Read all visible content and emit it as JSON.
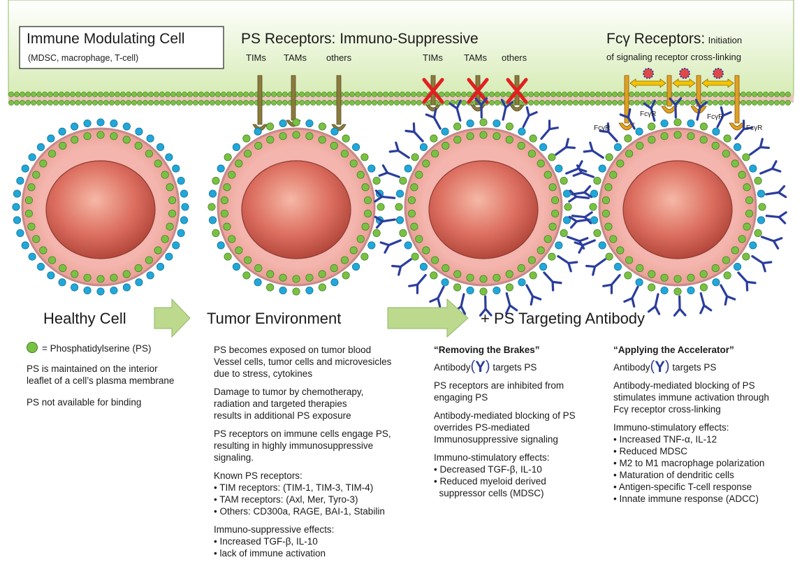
{
  "top_panel": {
    "box_title": "Immune Modulating Cell",
    "box_subtitle": "(MDSC, macrophage, T-cell)",
    "ps_receptors_title": "PS Receptors: Immuno-Suppressive",
    "fc_title_main": "Fcγ Receptors:",
    "fc_title_small": "Initiation",
    "fc_title_line2": "of signaling receptor cross-linking",
    "labels_group1": [
      "TIMs",
      "TAMs",
      "others"
    ],
    "labels_group2": [
      "TIMs",
      "TAMs",
      "others"
    ],
    "fcr_label": "FcγR"
  },
  "stages": {
    "healthy": "Healthy Cell",
    "tumor": "Tumor Environment",
    "antibody": "+ PS Targeting Antibody"
  },
  "col1": {
    "legend": "= Phosphatidylserine (PS)",
    "p1": [
      "PS is maintained on the interior",
      "leaflet of a cell’s plasma membrane"
    ],
    "p2": "PS not available for binding"
  },
  "col2": {
    "p1": [
      "PS becomes exposed on tumor blood",
      "Vessel cells, tumor cells and microvesicles",
      "due to stress, cytokines"
    ],
    "p2": [
      "Damage to tumor by chemotherapy,",
      "radiation and targeted therapies",
      "results in additional PS exposure"
    ],
    "p3": [
      "PS receptors on immune cells engage PS,",
      "resulting in highly immunosuppressive",
      "signaling."
    ],
    "known_title": "Known PS receptors:",
    "known": [
      "• TIM receptors: (TIM-1, TIM-3, TIM-4)",
      "• TAM receptors: (Axl, Mer, Tyro-3)",
      "• Others: CD300a, RAGE, BAI-1, Stabilin"
    ],
    "effects_title": "Immuno-suppressive effects:",
    "effects": [
      "• Increased TGF-β, IL-10",
      "• lack of immune activation"
    ]
  },
  "col3": {
    "heading": "“Removing the Brakes”",
    "antibody_pre": "Antibody",
    "antibody_post": "targets PS",
    "p1": [
      "PS receptors are inhibited from",
      "engaging PS"
    ],
    "p2": [
      "Antibody-mediated blocking of PS",
      "overrides PS-mediated",
      "Immunosuppressive signaling"
    ],
    "effects_title": "Immuno-stimulatory effects:",
    "effects": [
      "• Decreased TGF-β, IL-10",
      "• Reduced  myeloid derived",
      "  suppressor cells (MDSC)"
    ]
  },
  "col4": {
    "heading": "“Applying the Accelerator”",
    "antibody_pre": "Antibody",
    "antibody_post": "targets PS",
    "p1": [
      "Antibody-mediated blocking of PS",
      "stimulates immune activation through",
      "Fcγ receptor cross-linking"
    ],
    "effects_title": "Immuno-stimulatory effects:",
    "effects": [
      "• Increased TNF-α, IL-12",
      "• Reduced MDSC",
      "• M2 to M1 macrophage polarization",
      "• Maturation of dendritic cells",
      "• Antigen-specific T-cell response",
      "• Innate immune response (ADCC)"
    ]
  },
  "antibody_symbol": "Y",
  "colors": {
    "membrane_bg": "#d8ecb6",
    "ps_green": "#7ac143",
    "blue_head": "#21a7d8",
    "antibody_blue": "#2b3d9c",
    "arrow_green": "#bcd98e",
    "x_red": "#e02020",
    "receptor_brown": "#8a7a3c",
    "fcr_orange": "#e0a020"
  }
}
